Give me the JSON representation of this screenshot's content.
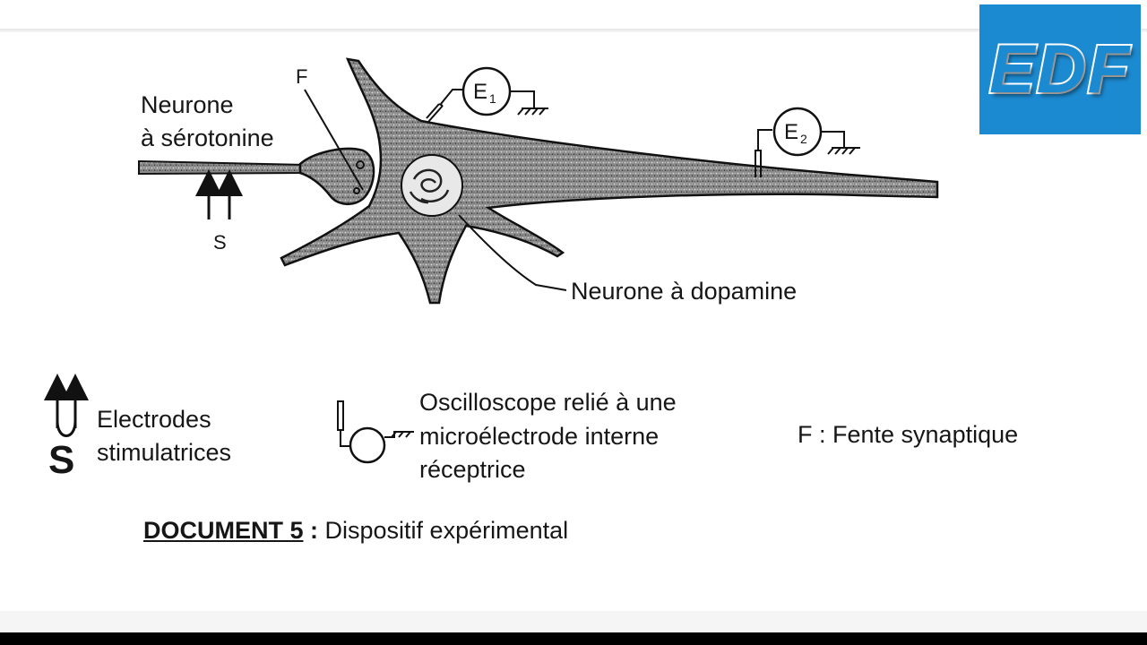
{
  "logo": {
    "text": "EDF",
    "background": "#1c8ad0"
  },
  "diagram": {
    "labels": {
      "serotonin_neuron_line1": "Neurone",
      "serotonin_neuron_line2": "à sérotonine",
      "cleft_letter": "F",
      "stim_letter": "S",
      "dopamine_neuron": "Neurone à dopamine",
      "electrode1_base": "E",
      "electrode1_sub": "1",
      "electrode2_base": "E",
      "electrode2_sub": "2"
    }
  },
  "legend": {
    "stim_symbol_letter": "S",
    "stim_line1": "Electrodes",
    "stim_line2": "stimulatrices",
    "osc_line1": "Oscilloscope relié à une",
    "osc_line2": "microélectrode interne",
    "osc_line3": "réceptrice",
    "cleft": "F : Fente synaptique"
  },
  "caption": {
    "title": "DOCUMENT 5",
    "separator": " : ",
    "text": "Dispositif expérimental"
  }
}
